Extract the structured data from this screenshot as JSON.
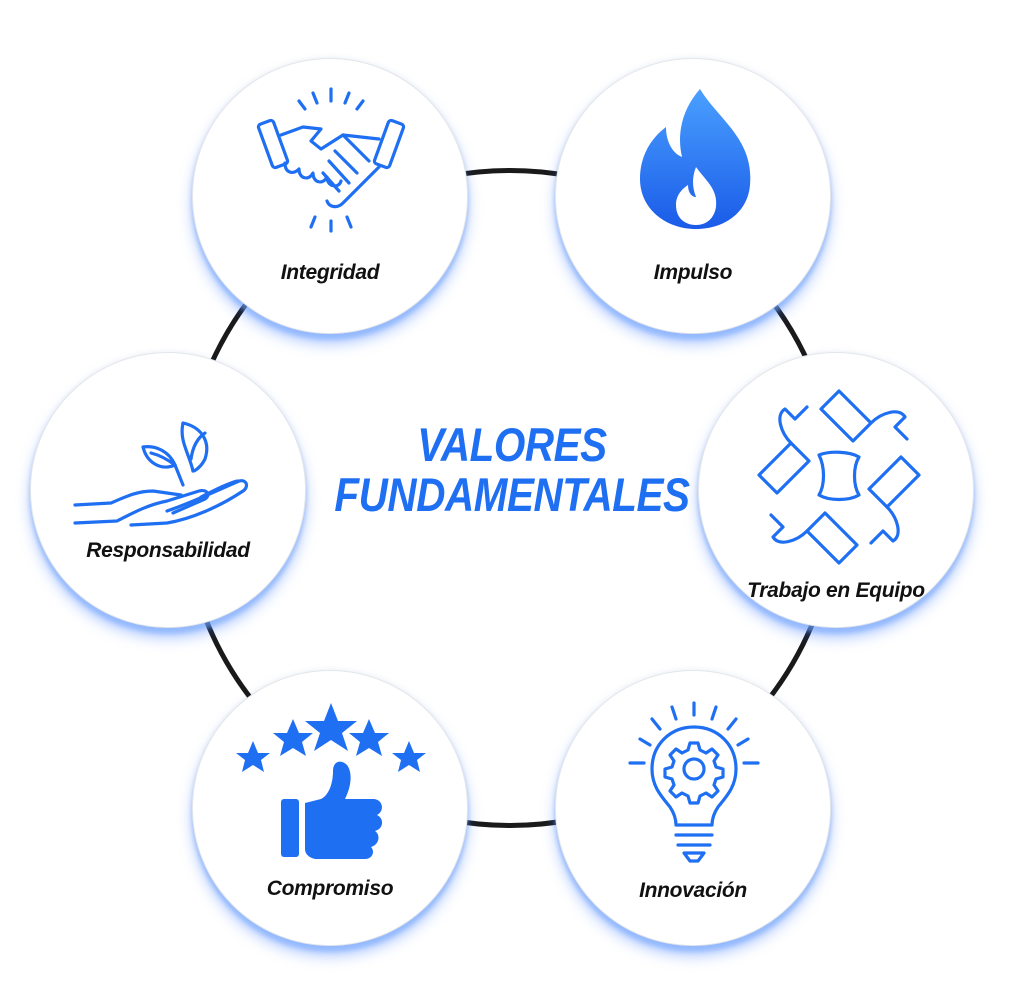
{
  "title_line1": "VALORES",
  "title_line2": "FUNDAMENTALES",
  "accent_color": "#1f6ff2",
  "values": [
    {
      "label": "Integridad",
      "icon": "handshake-icon"
    },
    {
      "label": "Impulso",
      "icon": "flame-icon"
    },
    {
      "label": "Responsabilidad",
      "icon": "plant-in-hand-icon"
    },
    {
      "label": "Trabajo en Equipo",
      "icon": "team-hands-icon"
    },
    {
      "label": "Compromiso",
      "icon": "thumbs-up-stars-icon"
    },
    {
      "label": "Innovación",
      "icon": "lightbulb-gear-icon"
    }
  ]
}
